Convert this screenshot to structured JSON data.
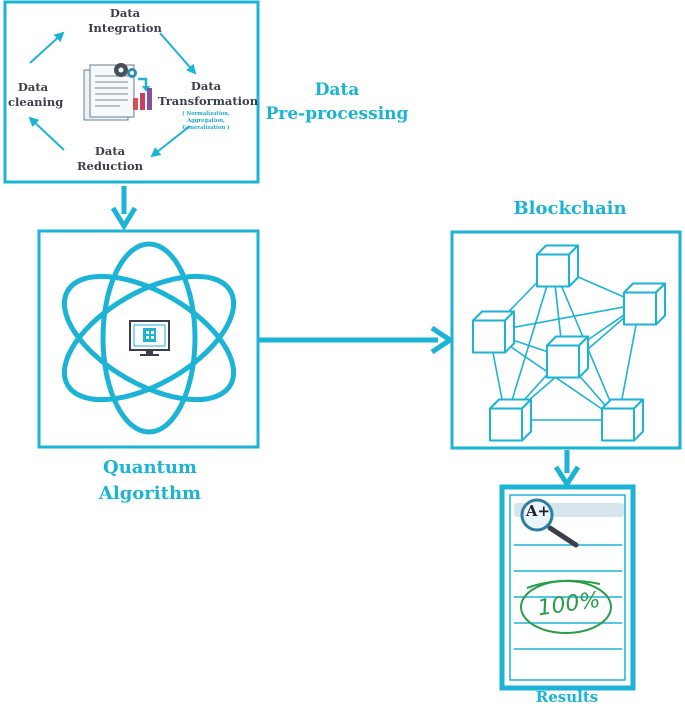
{
  "colors": {
    "accent": "#1bb3d6",
    "text_dark": "#3a3f4a",
    "green": "#2a9d4a"
  },
  "preprocessing": {
    "title_line1": "Data",
    "title_line2": "Pre-processing",
    "steps": {
      "integration": [
        "Data",
        "Integration"
      ],
      "transformation": [
        "Data",
        "Transformation"
      ],
      "transformation_sub": [
        "( Normalization,",
        "Aggregation,",
        "Generalization )"
      ],
      "reduction": [
        "Data",
        "Reduction"
      ],
      "cleaning": [
        "Data",
        "cleaning"
      ]
    }
  },
  "quantum": {
    "label_line1": "Quantum",
    "label_line2": "Algorithm",
    "icon": "atom-computer-icon"
  },
  "blockchain": {
    "title": "Blockchain",
    "icon": "blockchain-network-icon"
  },
  "results": {
    "label": "Results",
    "grade": "A+",
    "score": "100%",
    "icon": "report-document-icon"
  }
}
